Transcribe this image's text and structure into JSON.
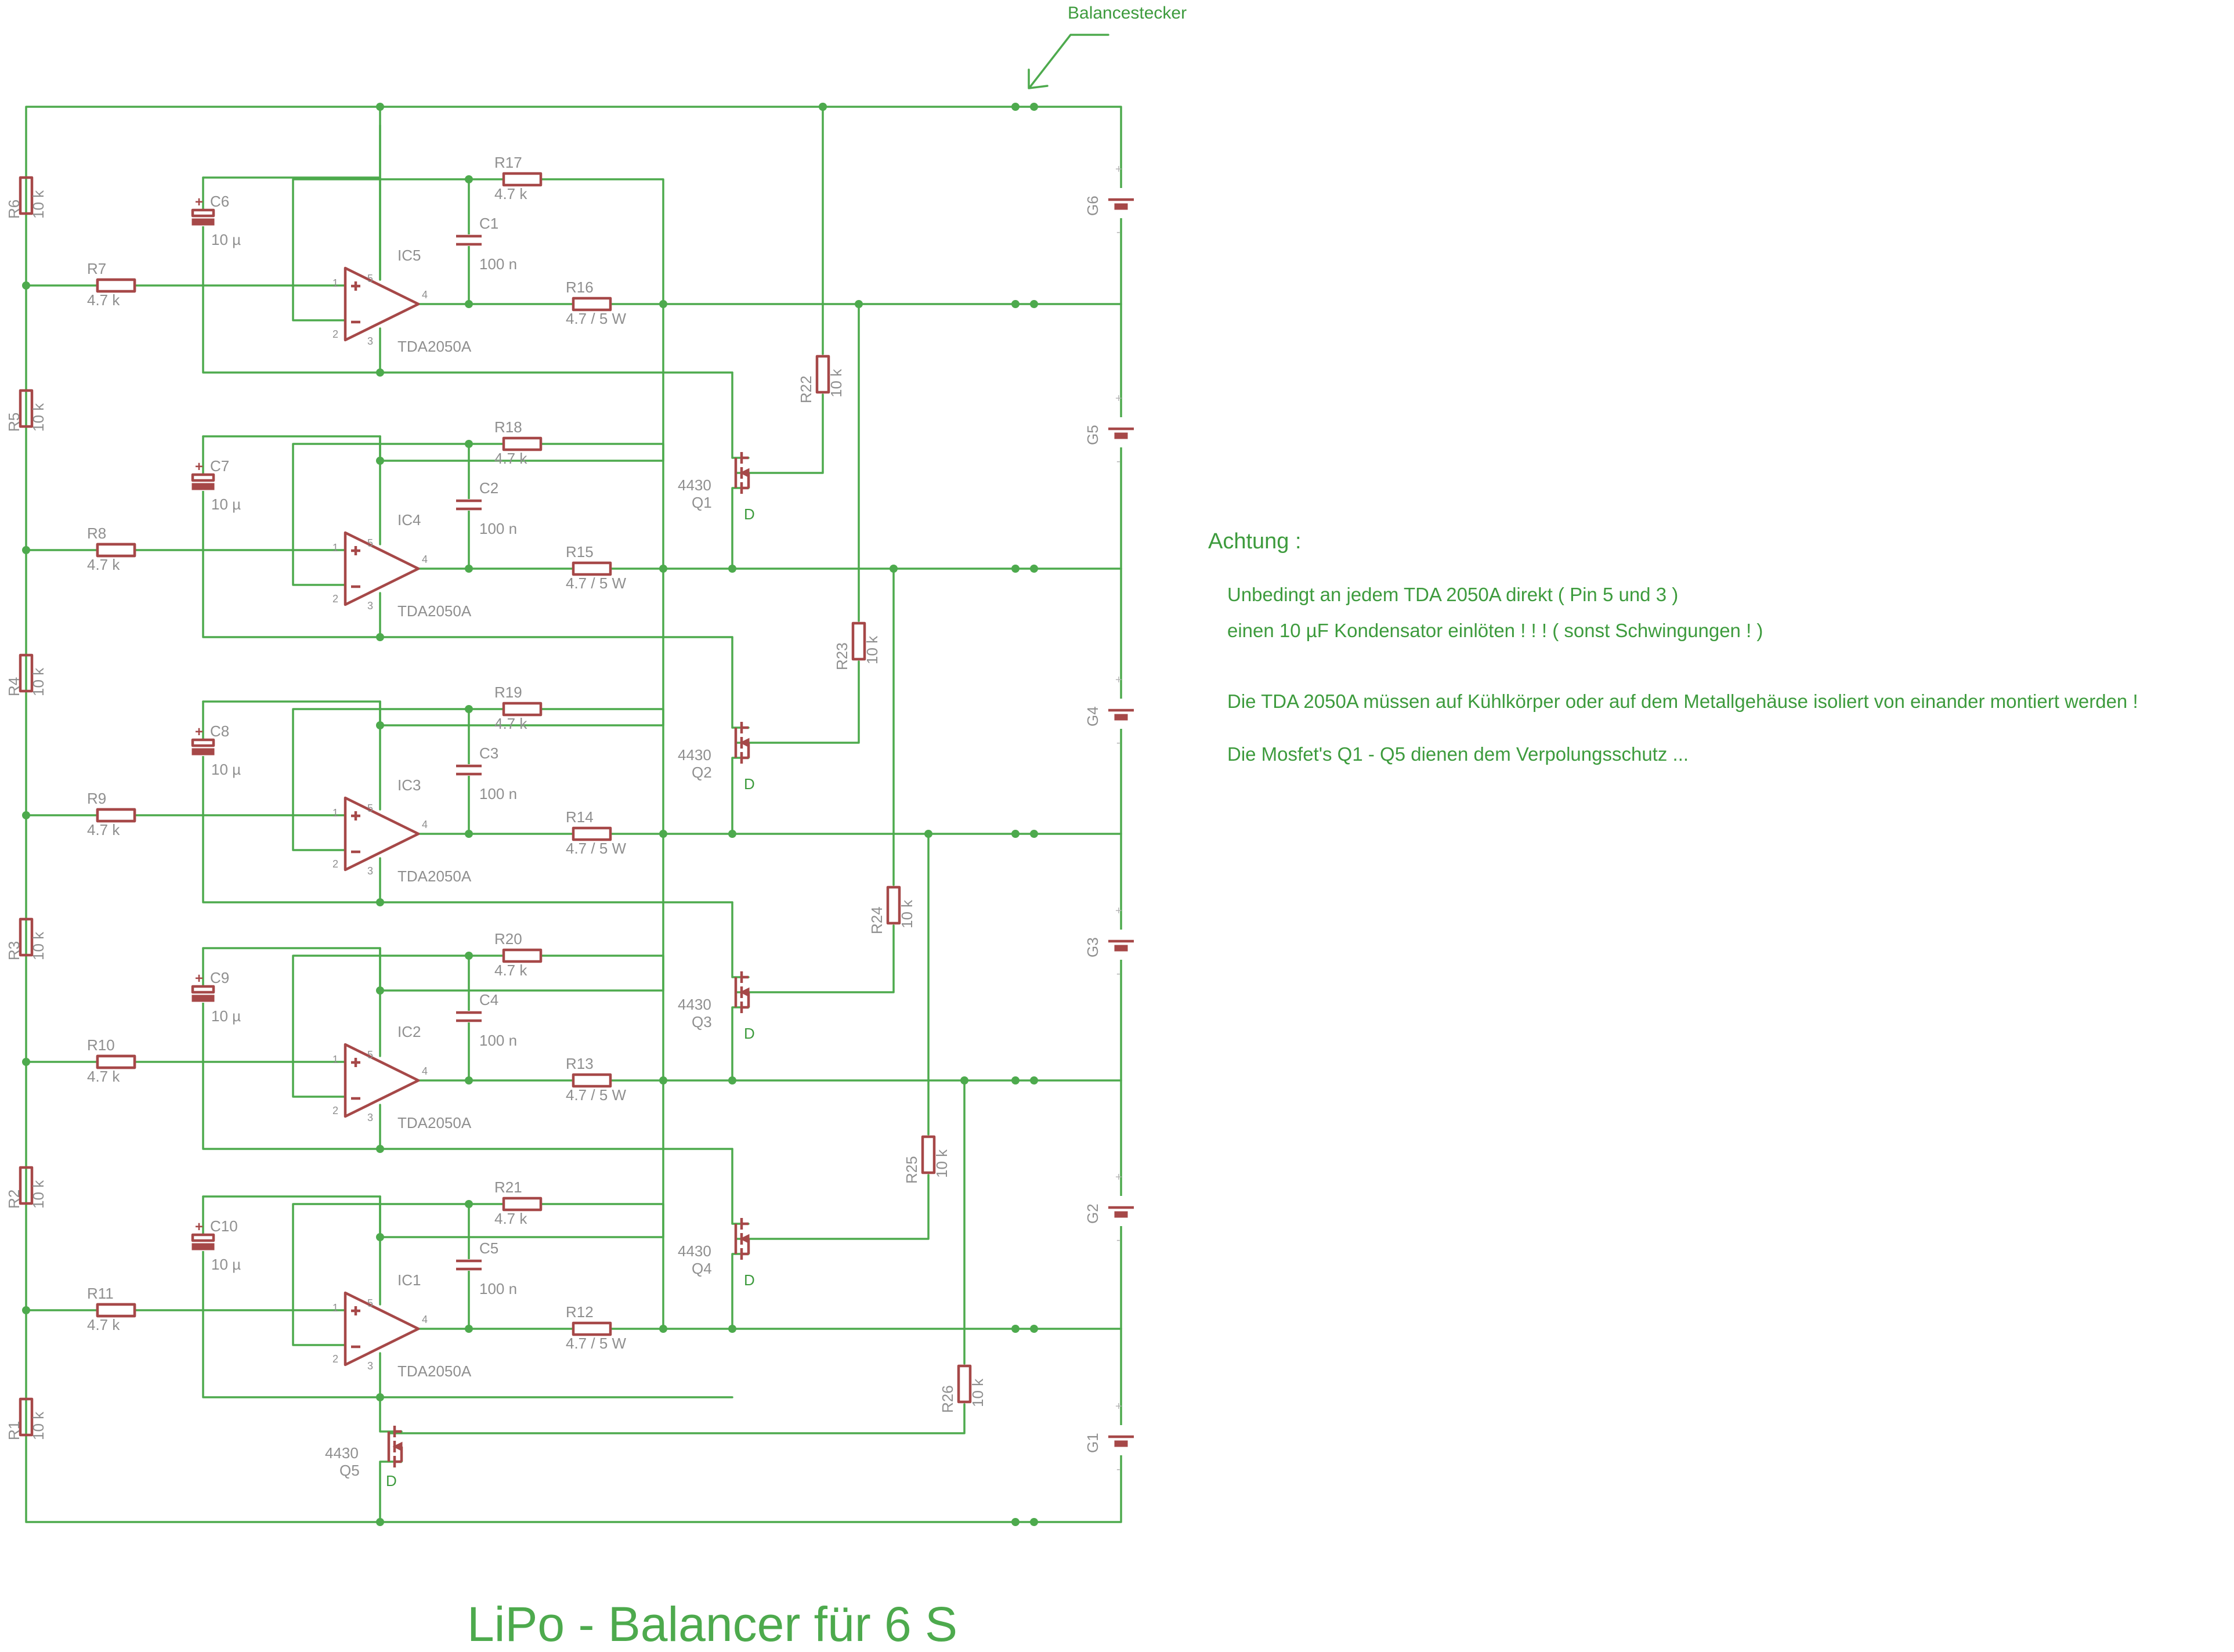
{
  "title": "LiPo - Balancer für 6 S",
  "connector_label": "Balancestecker",
  "notes": {
    "heading": "Achtung :",
    "lines": [
      "Unbedingt an jedem TDA 2050A direkt ( Pin 5 und 3 )",
      "einen 10 µF Kondensator einlöten ! ! ! ( sonst Schwingungen ! )",
      "Die TDA 2050A müssen auf Kühlkörper oder auf dem Metallgehäuse isoliert von einander montiert werden !",
      "Die Mosfet's Q1 - Q5  dienen dem Verpolungsschutz ..."
    ]
  },
  "divider_resistors": [
    {
      "name": "R6",
      "value": "10 k"
    },
    {
      "name": "R5",
      "value": "10 k"
    },
    {
      "name": "R4",
      "value": "10 k"
    },
    {
      "name": "R3",
      "value": "10 k"
    },
    {
      "name": "R2",
      "value": "10 k"
    },
    {
      "name": "R1",
      "value": "10 k"
    }
  ],
  "stages": [
    {
      "input_r": "R7",
      "input_r_value": "4.7 k",
      "ic": "IC5",
      "ic_type": "TDA2050A",
      "fb_r": "R17",
      "fb_r_value": "4.7 k",
      "cap": "C1",
      "cap_value": "100 n",
      "out_r": "R16",
      "out_r_value": "4.7 / 5 W",
      "elko": "C6",
      "elko_value": "10 µ"
    },
    {
      "input_r": "R8",
      "input_r_value": "4.7 k",
      "ic": "IC4",
      "ic_type": "TDA2050A",
      "fb_r": "R18",
      "fb_r_value": "4.7 k",
      "cap": "C2",
      "cap_value": "100 n",
      "out_r": "R15",
      "out_r_value": "4.7 / 5 W",
      "elko": "C7",
      "elko_value": "10 µ"
    },
    {
      "input_r": "R9",
      "input_r_value": "4.7 k",
      "ic": "IC3",
      "ic_type": "TDA2050A",
      "fb_r": "R19",
      "fb_r_value": "4.7 k",
      "cap": "C3",
      "cap_value": "100 n",
      "out_r": "R14",
      "out_r_value": "4.7 / 5 W",
      "elko": "C8",
      "elko_value": "10 µ"
    },
    {
      "input_r": "R10",
      "input_r_value": "4.7 k",
      "ic": "IC2",
      "ic_type": "TDA2050A",
      "fb_r": "R20",
      "fb_r_value": "4.7 k",
      "cap": "C4",
      "cap_value": "100 n",
      "out_r": "R13",
      "out_r_value": "4.7 / 5 W",
      "elko": "C9",
      "elko_value": "10 µ"
    },
    {
      "input_r": "R11",
      "input_r_value": "4.7 k",
      "ic": "IC1",
      "ic_type": "TDA2050A",
      "fb_r": "R21",
      "fb_r_value": "4.7 k",
      "cap": "C5",
      "cap_value": "100 n",
      "out_r": "R12",
      "out_r_value": "4.7 / 5 W",
      "elko": "C10",
      "elko_value": "10 µ"
    }
  ],
  "opamp_pins": {
    "plus_in": "1",
    "minus_in": "2",
    "vplus": "5",
    "vminus": "3",
    "out": "4"
  },
  "mosfets": [
    {
      "name": "Q1",
      "type": "4430",
      "gate_r": "R22",
      "gate_r_value": "10 k"
    },
    {
      "name": "Q2",
      "type": "4430",
      "gate_r": "R23",
      "gate_r_value": "10 k"
    },
    {
      "name": "Q3",
      "type": "4430",
      "gate_r": "R24",
      "gate_r_value": "10 k"
    },
    {
      "name": "Q4",
      "type": "4430",
      "gate_r": "R25",
      "gate_r_value": "10 k"
    },
    {
      "name": "Q5",
      "type": "4430",
      "gate_r": "R26",
      "gate_r_value": "10 k"
    }
  ],
  "drain_label": "D",
  "batteries": [
    "G6",
    "G5",
    "G4",
    "G3",
    "G2",
    "G1"
  ],
  "battery_plus": "+",
  "battery_minus": "-",
  "elko_plus": "+"
}
